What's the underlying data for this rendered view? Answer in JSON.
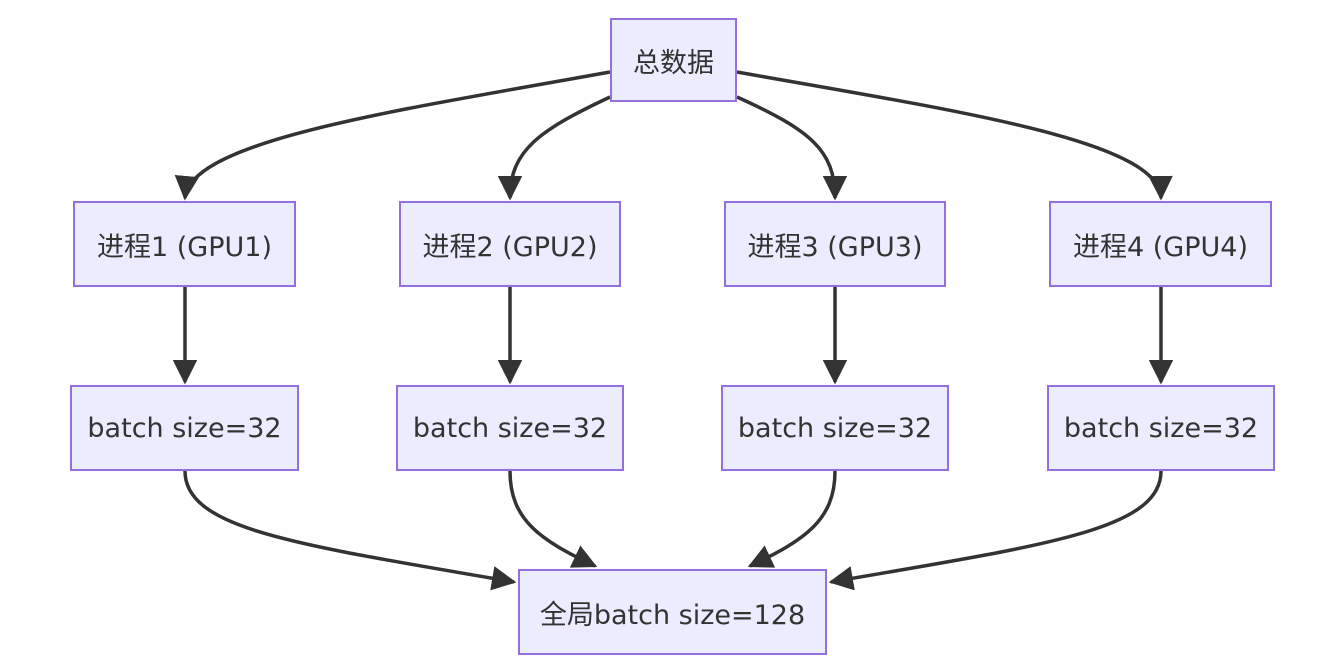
{
  "diagram": {
    "root": {
      "label": "总数据"
    },
    "processes": [
      {
        "label": "进程1 (GPU1)",
        "batch_label": "batch size=32"
      },
      {
        "label": "进程2 (GPU2)",
        "batch_label": "batch size=32"
      },
      {
        "label": "进程3 (GPU3)",
        "batch_label": "batch size=32"
      },
      {
        "label": "进程4 (GPU4)",
        "batch_label": "batch size=32"
      }
    ],
    "global": {
      "label": "全局batch size=128"
    },
    "colors": {
      "node_fill": "#ececff",
      "node_border": "#9370db",
      "edge": "#333333",
      "text": "#333333"
    }
  }
}
